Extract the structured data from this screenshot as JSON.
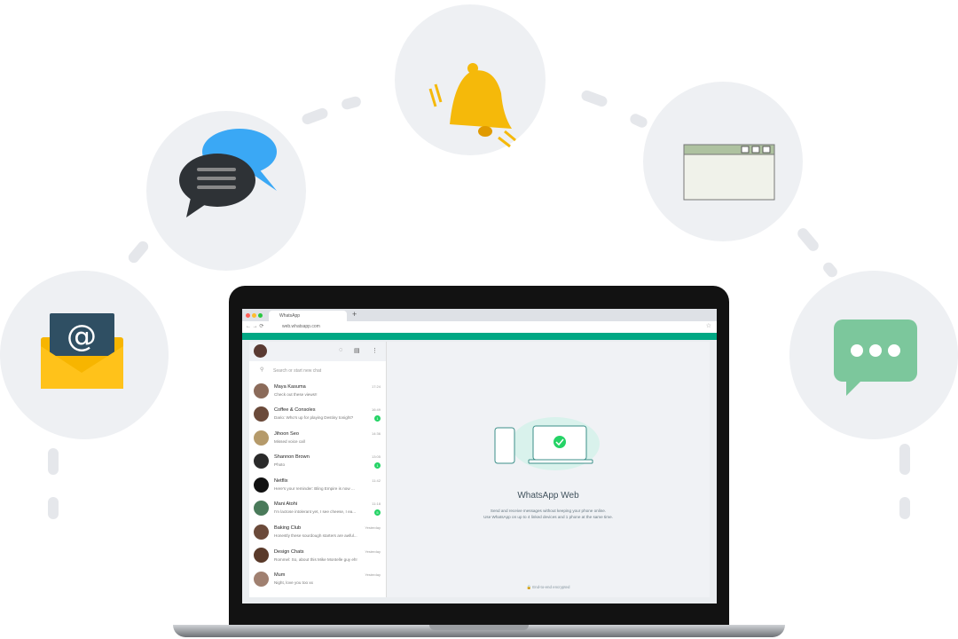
{
  "browser": {
    "tab_title": "WhatsApp",
    "url": "web.whatsapp.com"
  },
  "search": {
    "placeholder": "Search or start new chat"
  },
  "chats": [
    {
      "name": "Maya Kasuma",
      "time": "17:24",
      "message": "Check out these views!!",
      "badge": ""
    },
    {
      "name": "Coffee & Consoles",
      "time": "16:49",
      "message": "Dario: Who's up for playing Destiny tonight?",
      "badge": "1"
    },
    {
      "name": "Jihoon Seo",
      "time": "14:36",
      "message": "Missed voice call",
      "badge": ""
    },
    {
      "name": "Shannon Brown",
      "time": "13:05",
      "message": "Photo",
      "badge": "1"
    },
    {
      "name": "Netflix",
      "time": "11:42",
      "message": "Here's your reminder: Bling Empire is now ...",
      "badge": ""
    },
    {
      "name": "Mani Atohi",
      "time": "11:18",
      "message": "I'm lactose intolerant yet, I see cheese, I ea...",
      "badge": "5"
    },
    {
      "name": "Baking Club",
      "time": "Yesterday",
      "message": "Honestly these sourdough starters are awful...",
      "badge": ""
    },
    {
      "name": "Design Chats",
      "time": "Yesterday",
      "message": "Rommel: So, about this Mike Montelle guy eh!",
      "badge": ""
    },
    {
      "name": "Mum",
      "time": "Yesterday",
      "message": "Night, love you too xx",
      "badge": ""
    }
  ],
  "main": {
    "title": "WhatsApp Web",
    "subtitle_1": "Send and receive messages without keeping your phone online.",
    "subtitle_2": "Use WhatsApp on up to 4 linked devices and 1 phone at the same time.",
    "encrypted": "End-to-end encrypted"
  },
  "colors": {
    "accent": "#00a884",
    "badge": "#25d366"
  }
}
